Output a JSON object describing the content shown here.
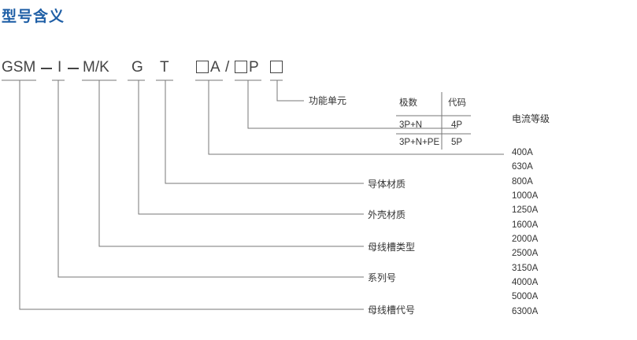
{
  "title": "型号含义",
  "code": {
    "gsm": "GSM",
    "i": "I",
    "mk": "M/K",
    "g": "G",
    "t": "T",
    "a": "A",
    "slash": "/",
    "p": "P"
  },
  "labels": {
    "function_unit": "功能单元",
    "conductor_material": "导体材质",
    "shell_material": "外壳材质",
    "busway_type": "母线槽类型",
    "series_no": "系列号",
    "busway_code": "母线槽代号"
  },
  "pole_table": {
    "headers": [
      "极数",
      "代码"
    ],
    "rows": [
      [
        "3P+N",
        "4P"
      ],
      [
        "3P+N+PE",
        "5P"
      ]
    ]
  },
  "current_rating": {
    "title": "电流等级",
    "values": [
      "400A",
      "630A",
      "800A",
      "1000A",
      "1250A",
      "1600A",
      "2000A",
      "2500A",
      "3150A",
      "4000A",
      "5000A",
      "6300A"
    ]
  },
  "colors": {
    "title": "#1f5fa6",
    "line": "#777777"
  }
}
